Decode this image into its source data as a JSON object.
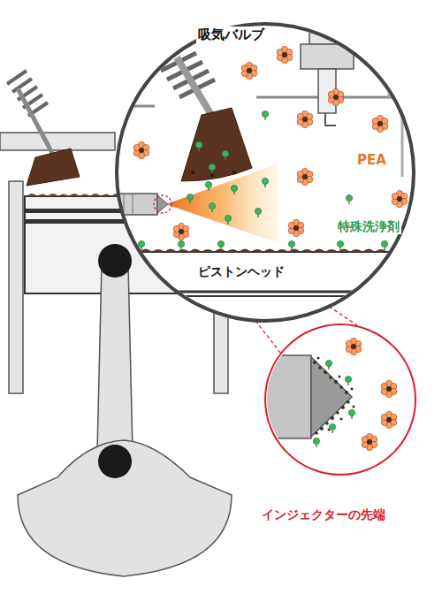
{
  "diagram": {
    "labels": [
      "吸気バルブ",
      "PEA",
      "特殊洗浄剤",
      "ピストンヘッド",
      "インジェクターの先端"
    ]
  }
}
